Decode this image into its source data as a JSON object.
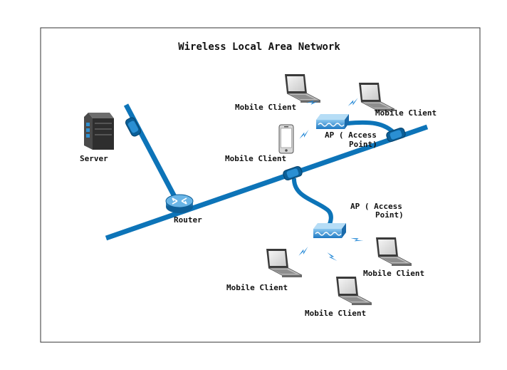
{
  "diagram": {
    "title": "Wireless Local Area Network",
    "labels": {
      "server": "Server",
      "router": "Router",
      "ap_top_line1": "AP ( Access",
      "ap_top_line2": "Point)",
      "ap_bottom_line1": "AP ( Access",
      "ap_bottom_line2": "Point)",
      "client_top_left": "Mobile Client",
      "client_top_right": "Mobile Client",
      "client_phone": "Mobile Client",
      "client_bottom_left": "Mobile Client",
      "client_bottom_right": "Mobile Client",
      "client_bottom_center": "Mobile Client"
    },
    "colors": {
      "cable": "#0d74b8",
      "ap": "#2f8fd0",
      "signal": "#1f86d6",
      "frame": "#333333"
    },
    "icons": [
      "server-icon",
      "router-icon",
      "access-point-icon",
      "laptop-icon",
      "phone-icon",
      "wifi-signal-icon",
      "cable-connector-icon"
    ]
  }
}
